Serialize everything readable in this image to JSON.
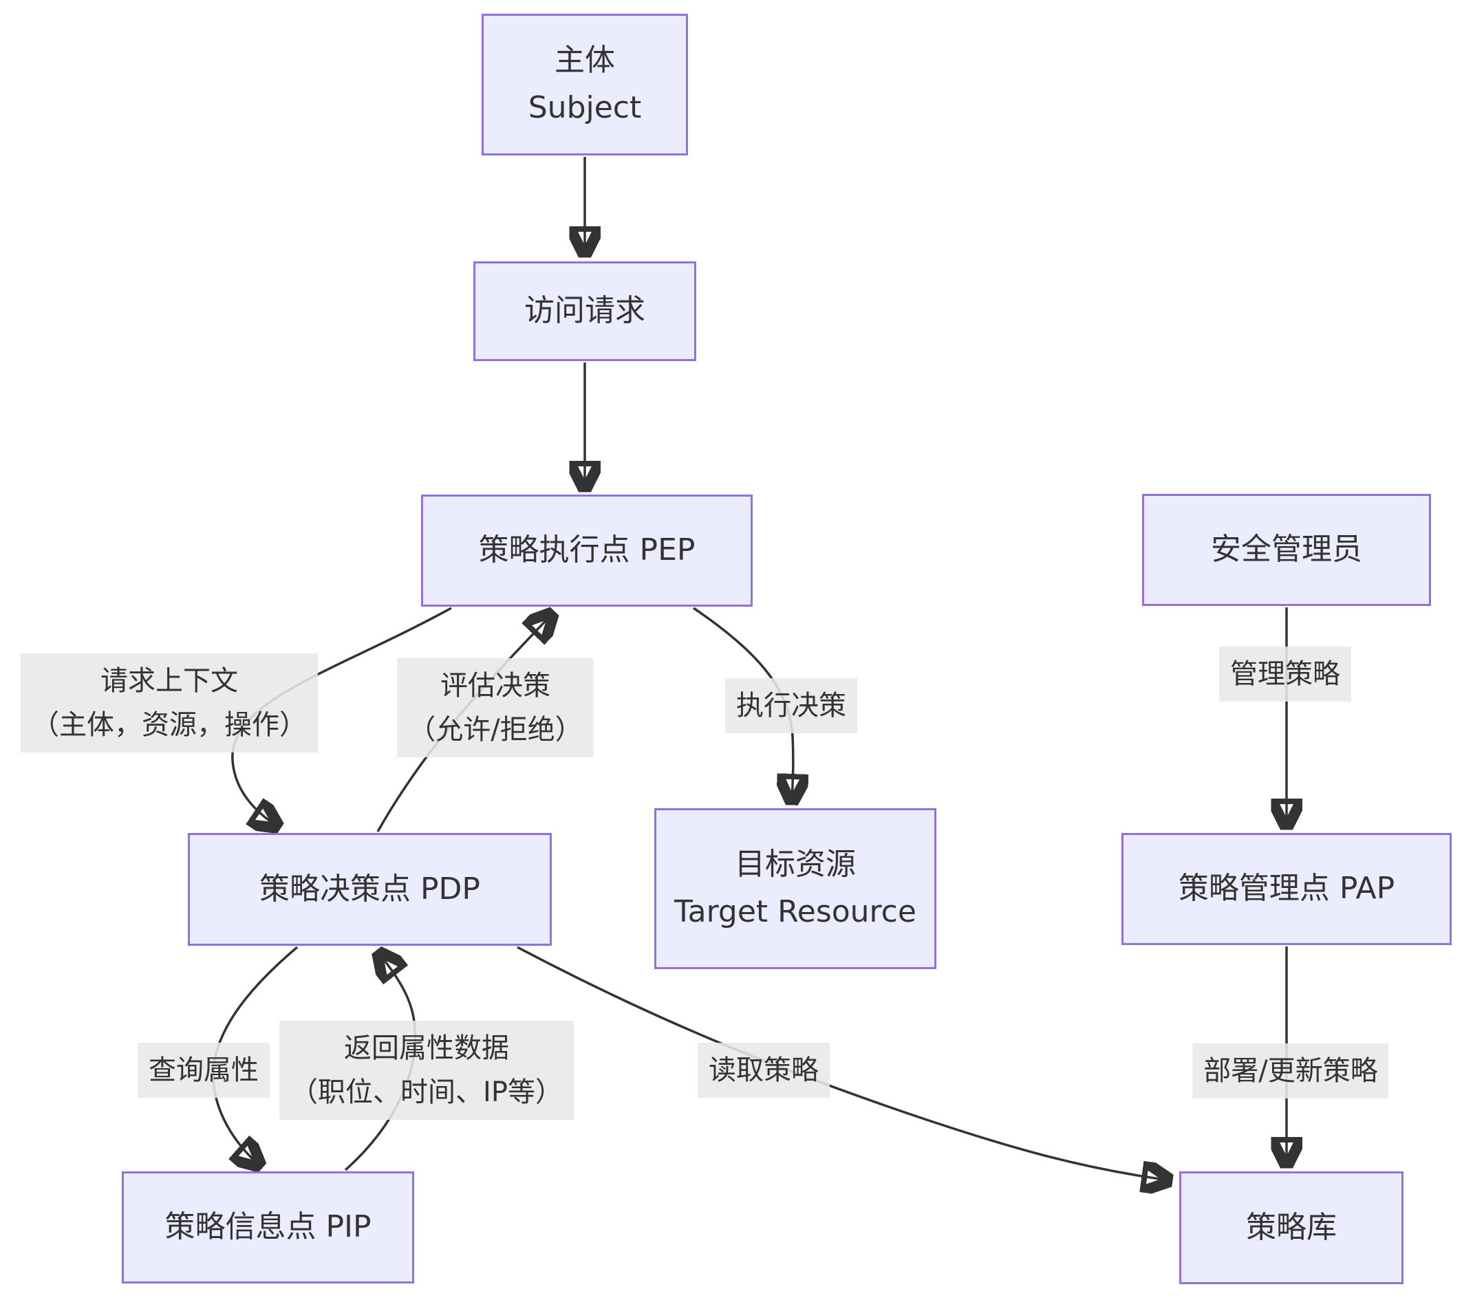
{
  "diagram": {
    "title": "ABAC access-control policy flow diagram",
    "nodes": {
      "subject": {
        "line1": "主体",
        "line2": "Subject"
      },
      "request": {
        "label": "访问请求"
      },
      "pep": {
        "label": "策略执行点 PEP"
      },
      "admin": {
        "label": "安全管理员"
      },
      "pdp": {
        "label": "策略决策点 PDP"
      },
      "target": {
        "line1": "目标资源",
        "line2": "Target Resource"
      },
      "pap": {
        "label": "策略管理点 PAP"
      },
      "pip": {
        "label": "策略信息点 PIP"
      },
      "repo": {
        "label": "策略库"
      }
    },
    "edge_labels": {
      "request_context": {
        "line1": "请求上下文",
        "line2": "（主体，资源，操作）"
      },
      "evaluate": {
        "line1": "评估决策",
        "line2": "（允许/拒绝）"
      },
      "execute": {
        "label": "执行决策"
      },
      "manage": {
        "label": "管理策略"
      },
      "query": {
        "label": "查询属性"
      },
      "return_attrs": {
        "line1": "返回属性数据",
        "line2": "（职位、时间、IP等）"
      },
      "read": {
        "label": "读取策略"
      },
      "deploy": {
        "label": "部署/更新策略"
      }
    },
    "edges": [
      {
        "from": "主体 Subject",
        "to": "访问请求",
        "label": ""
      },
      {
        "from": "访问请求",
        "to": "策略执行点 PEP",
        "label": ""
      },
      {
        "from": "策略执行点 PEP",
        "to": "策略决策点 PDP",
        "label": "请求上下文（主体，资源，操作）"
      },
      {
        "from": "策略决策点 PDP",
        "to": "策略执行点 PEP",
        "label": "评估决策（允许/拒绝）"
      },
      {
        "from": "策略执行点 PEP",
        "to": "目标资源 Target Resource",
        "label": "执行决策"
      },
      {
        "from": "安全管理员",
        "to": "策略管理点 PAP",
        "label": "管理策略"
      },
      {
        "from": "策略管理点 PAP",
        "to": "策略库",
        "label": "部署/更新策略"
      },
      {
        "from": "策略决策点 PDP",
        "to": "策略信息点 PIP",
        "label": "查询属性"
      },
      {
        "from": "策略信息点 PIP",
        "to": "策略决策点 PDP",
        "label": "返回属性数据（职位、时间、IP等）"
      },
      {
        "from": "策略决策点 PDP",
        "to": "策略库",
        "label": "读取策略"
      }
    ],
    "colors": {
      "node_fill": "#ECECFF",
      "node_border": "#9370DB",
      "edge": "#333333",
      "edge_label_bg": "#e8e8e8",
      "text": "#333333",
      "background": "#ffffff"
    }
  }
}
